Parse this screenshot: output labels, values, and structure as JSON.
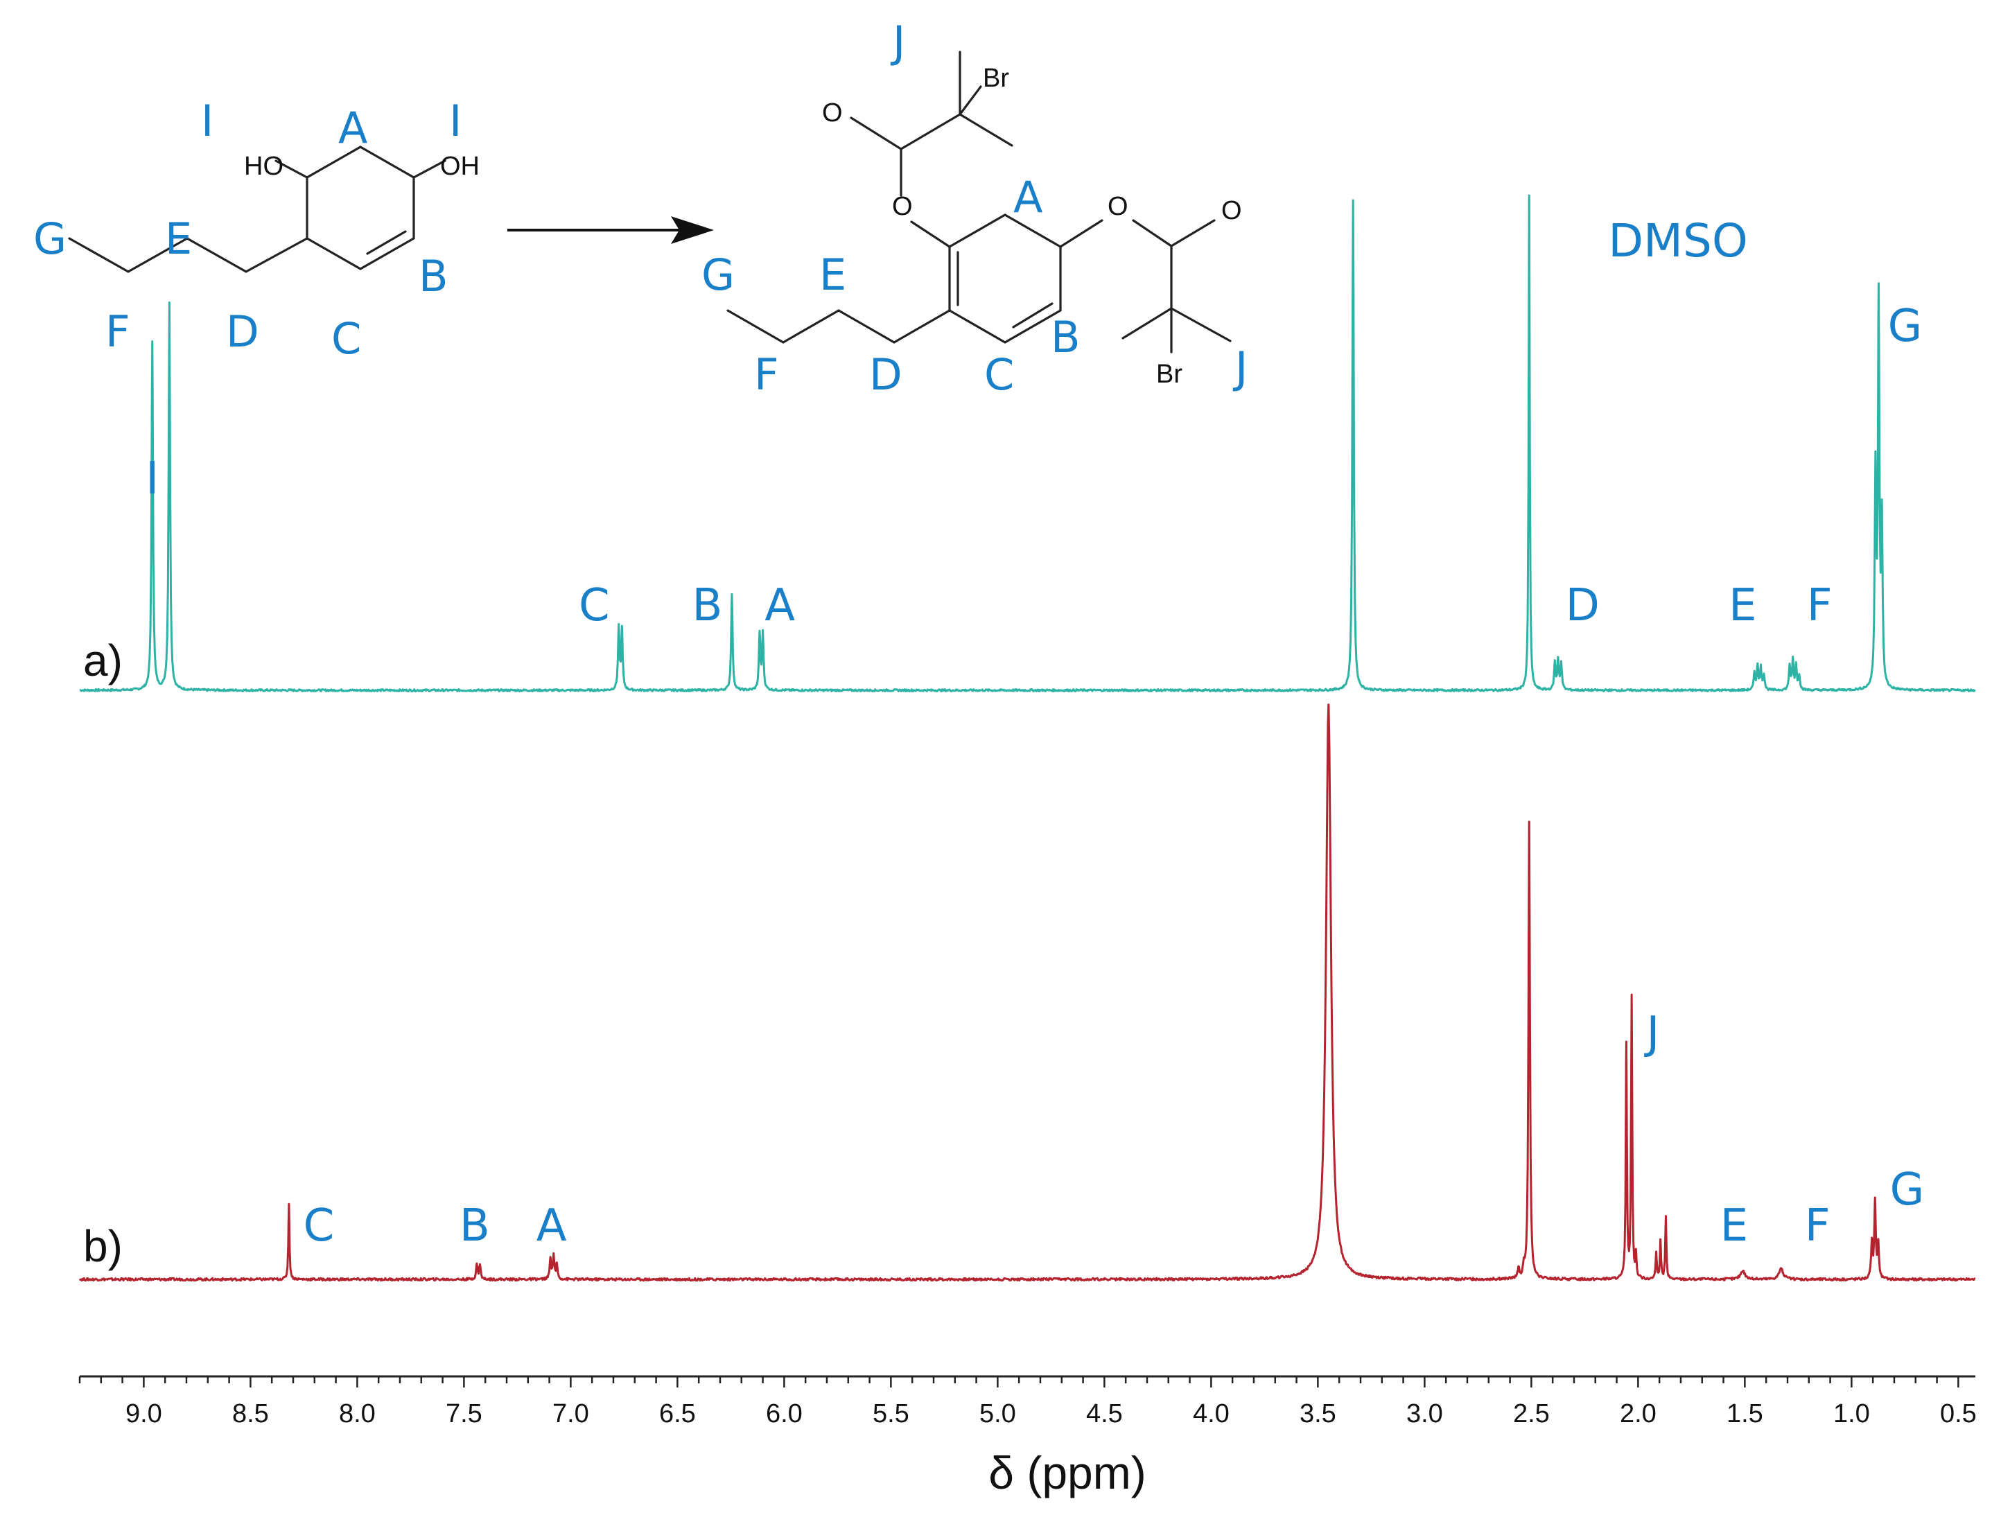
{
  "chart_data": {
    "type": "line",
    "xlabel": "δ (ppm)",
    "xlim": [
      9.3,
      0.42
    ],
    "x_reversed": true,
    "x_ticks": [
      9.0,
      8.5,
      8.0,
      7.5,
      7.0,
      6.5,
      6.0,
      5.5,
      5.0,
      4.5,
      4.0,
      3.5,
      3.0,
      2.5,
      2.0,
      1.5,
      1.0,
      0.5
    ],
    "x_tick_labels": [
      "9.0",
      "8.5",
      "8.0",
      "7.5",
      "7.0",
      "6.5",
      "6.0",
      "5.5",
      "5.0",
      "4.5",
      "4.0",
      "3.5",
      "3.0",
      "2.5",
      "2.0",
      "1.5",
      "1.0",
      "0.5"
    ],
    "colors": {
      "a": "#2db3a6",
      "b": "#b5232f",
      "labels": "#1a7fc9"
    },
    "series": [
      {
        "name": "a)",
        "color": "#2db3a6",
        "peaks": [
          {
            "ppm": 8.96,
            "height": 0.71,
            "width": 0.004
          },
          {
            "ppm": 8.88,
            "height": 0.79,
            "width": 0.004
          },
          {
            "ppm": 6.775,
            "height": 0.125,
            "width": 0.004
          },
          {
            "ppm": 6.76,
            "height": 0.125,
            "width": 0.004
          },
          {
            "ppm": 6.245,
            "height": 0.195,
            "width": 0.004
          },
          {
            "ppm": 6.115,
            "height": 0.115,
            "width": 0.004
          },
          {
            "ppm": 6.1,
            "height": 0.115,
            "width": 0.004
          },
          {
            "ppm": 3.335,
            "height": 1.0,
            "width": 0.004
          },
          {
            "ppm": 2.51,
            "height": 1.01,
            "width": 0.003
          },
          {
            "ppm": 2.39,
            "height": 0.055,
            "width": 0.004
          },
          {
            "ppm": 2.375,
            "height": 0.06,
            "width": 0.004
          },
          {
            "ppm": 2.36,
            "height": 0.055,
            "width": 0.004
          },
          {
            "ppm": 1.455,
            "height": 0.035,
            "width": 0.004
          },
          {
            "ppm": 1.44,
            "height": 0.05,
            "width": 0.004
          },
          {
            "ppm": 1.425,
            "height": 0.045,
            "width": 0.004
          },
          {
            "ppm": 1.41,
            "height": 0.03,
            "width": 0.004
          },
          {
            "ppm": 1.29,
            "height": 0.05,
            "width": 0.004
          },
          {
            "ppm": 1.275,
            "height": 0.06,
            "width": 0.004
          },
          {
            "ppm": 1.26,
            "height": 0.05,
            "width": 0.004
          },
          {
            "ppm": 1.245,
            "height": 0.03,
            "width": 0.004
          },
          {
            "ppm": 0.888,
            "height": 0.43,
            "width": 0.004
          },
          {
            "ppm": 0.873,
            "height": 0.78,
            "width": 0.004
          },
          {
            "ppm": 0.858,
            "height": 0.33,
            "width": 0.004
          }
        ]
      },
      {
        "name": "b)",
        "color": "#b5232f",
        "peaks": [
          {
            "ppm": 8.32,
            "height": 0.13,
            "width": 0.003
          },
          {
            "ppm": 7.44,
            "height": 0.025,
            "width": 0.004
          },
          {
            "ppm": 7.425,
            "height": 0.025,
            "width": 0.004
          },
          {
            "ppm": 7.095,
            "height": 0.035,
            "width": 0.004
          },
          {
            "ppm": 7.08,
            "height": 0.04,
            "width": 0.004
          },
          {
            "ppm": 7.065,
            "height": 0.025,
            "width": 0.004
          },
          {
            "ppm": 3.45,
            "height": 0.98,
            "width": 0.014
          },
          {
            "ppm": 2.56,
            "height": 0.018,
            "width": 0.004
          },
          {
            "ppm": 2.535,
            "height": 0.018,
            "width": 0.004
          },
          {
            "ppm": 2.51,
            "height": 0.78,
            "width": 0.004
          },
          {
            "ppm": 2.055,
            "height": 0.4,
            "width": 0.003
          },
          {
            "ppm": 2.03,
            "height": 0.48,
            "width": 0.003
          },
          {
            "ppm": 2.01,
            "height": 0.04,
            "width": 0.003
          },
          {
            "ppm": 1.915,
            "height": 0.045,
            "width": 0.003
          },
          {
            "ppm": 1.895,
            "height": 0.065,
            "width": 0.003
          },
          {
            "ppm": 1.87,
            "height": 0.105,
            "width": 0.003
          },
          {
            "ppm": 1.51,
            "height": 0.015,
            "width": 0.012
          },
          {
            "ppm": 1.33,
            "height": 0.018,
            "width": 0.012
          },
          {
            "ppm": 0.905,
            "height": 0.06,
            "width": 0.004
          },
          {
            "ppm": 0.89,
            "height": 0.13,
            "width": 0.004
          },
          {
            "ppm": 0.875,
            "height": 0.06,
            "width": 0.004
          }
        ]
      }
    ],
    "annotations": [
      {
        "series": "a)",
        "text": "I",
        "ppm": 8.96
      },
      {
        "series": "a)",
        "text": "C",
        "ppm": 6.89
      },
      {
        "series": "a)",
        "text": "B",
        "ppm": 6.36
      },
      {
        "series": "a)",
        "text": "A",
        "ppm": 6.02
      },
      {
        "series": "a)",
        "text": "DMSO",
        "ppm": 2.14
      },
      {
        "series": "a)",
        "text": "D",
        "ppm": 2.26
      },
      {
        "series": "a)",
        "text": "E",
        "ppm": 1.51
      },
      {
        "series": "a)",
        "text": "F",
        "ppm": 1.15
      },
      {
        "series": "a)",
        "text": "G",
        "ppm": 0.75
      },
      {
        "series": "b)",
        "text": "C",
        "ppm": 8.18
      },
      {
        "series": "b)",
        "text": "B",
        "ppm": 7.45
      },
      {
        "series": "b)",
        "text": "A",
        "ppm": 7.09
      },
      {
        "series": "b)",
        "text": "J",
        "ppm": 1.93
      },
      {
        "series": "b)",
        "text": "E",
        "ppm": 1.55
      },
      {
        "series": "b)",
        "text": "F",
        "ppm": 1.16
      },
      {
        "series": "b)",
        "text": "G",
        "ppm": 0.74
      }
    ]
  },
  "structures": {
    "atoms": {
      "ho": "HO",
      "oh": "OH",
      "o": "O",
      "br": "Br"
    },
    "reactant_labels": [
      "I",
      "A",
      "I",
      "G",
      "E",
      "B",
      "F",
      "D",
      "C"
    ],
    "product_labels": [
      "J",
      "A",
      "G",
      "E",
      "B",
      "F",
      "D",
      "C",
      "J"
    ]
  }
}
